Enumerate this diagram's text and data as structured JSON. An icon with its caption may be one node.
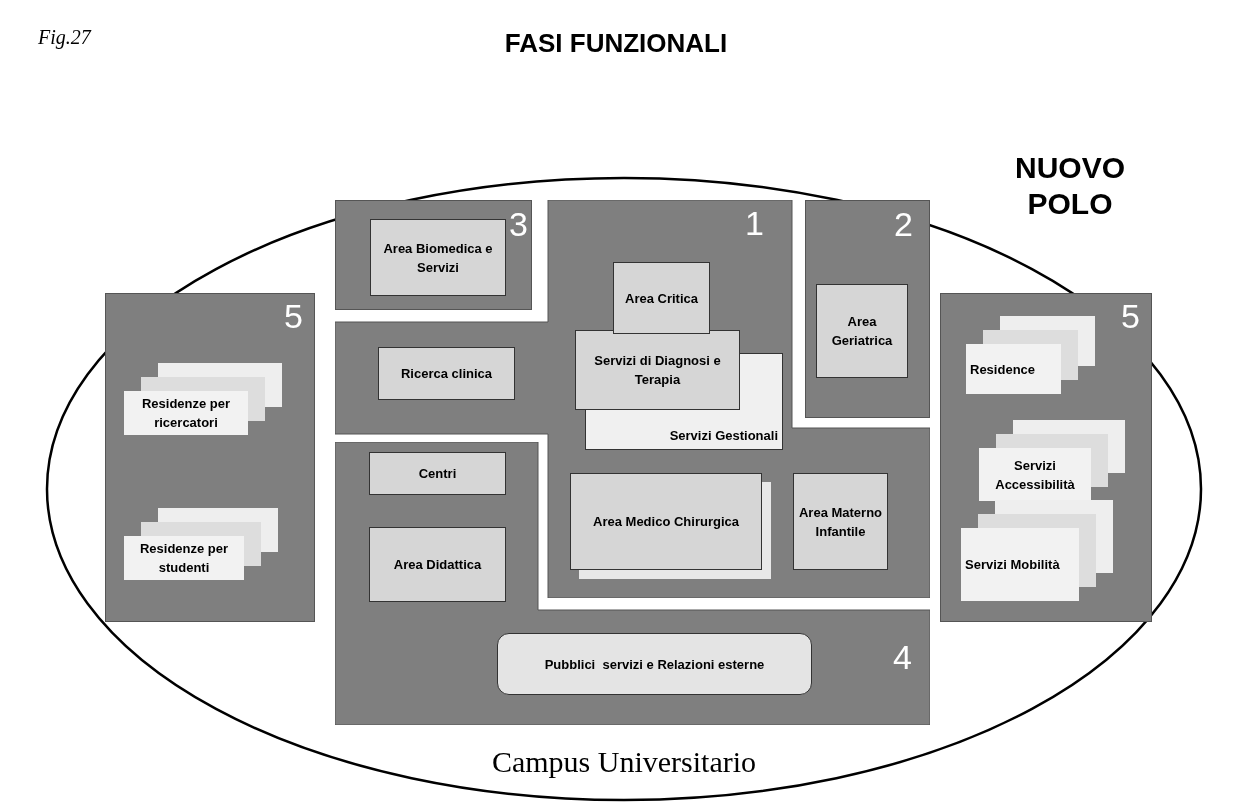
{
  "diagram": {
    "title": "FASI FUNZIONALI",
    "nodes": [
      {
        "text": [
          "NUOVO POLO",
          "Campus Universitario"
        ]
      },
      {
        "text": [
          "5"
        ],
        "in": 0
      },
      {
        "text": [
          "Residenze per ricercatori"
        ],
        "in": 1
      },
      {
        "text": [
          "Residenze per studenti"
        ],
        "in": 1
      },
      {
        "text": [
          "3"
        ],
        "in": 0
      },
      {
        "text": [
          "Area Biomedica e Servizi"
        ],
        "in": 4
      },
      {
        "text": [
          "1"
        ],
        "in": 0
      },
      {
        "text": [
          "Area Critica"
        ],
        "in": 6
      },
      {
        "text": [
          "Servizi di Diagnosi e Terapia"
        ],
        "in": 6
      },
      {
        "text": [
          "Servizi Gestionali"
        ],
        "in": 6
      },
      {
        "text": [
          "Ricerca clinica"
        ],
        "in": 6
      },
      {
        "text": [
          "Area Medico Chirurgica"
        ],
        "in": 6
      },
      {
        "text": [
          "Area Materno Infantile"
        ],
        "in": 6
      },
      {
        "text": [
          "2"
        ],
        "in": 0
      },
      {
        "text": [
          "Area Geriatrica"
        ],
        "in": 13
      },
      {
        "text": [
          "4"
        ],
        "in": 0
      },
      {
        "text": [
          "Centri"
        ],
        "in": 15
      },
      {
        "text": [
          "Area Didattica"
        ],
        "in": 15
      },
      {
        "text": [
          "Pubblici  servizi e Relazioni esterne"
        ],
        "in": 15
      },
      {
        "text": [
          "5"
        ],
        "in": 0
      },
      {
        "text": [
          "Residence"
        ],
        "in": 19
      },
      {
        "text": [
          "Servizi Accessibilità"
        ],
        "in": 19
      },
      {
        "text": [
          "Servizi Mobilità"
        ],
        "in": 19
      }
    ],
    "edges": [],
    "labels": [
      "Fig.27"
    ]
  }
}
